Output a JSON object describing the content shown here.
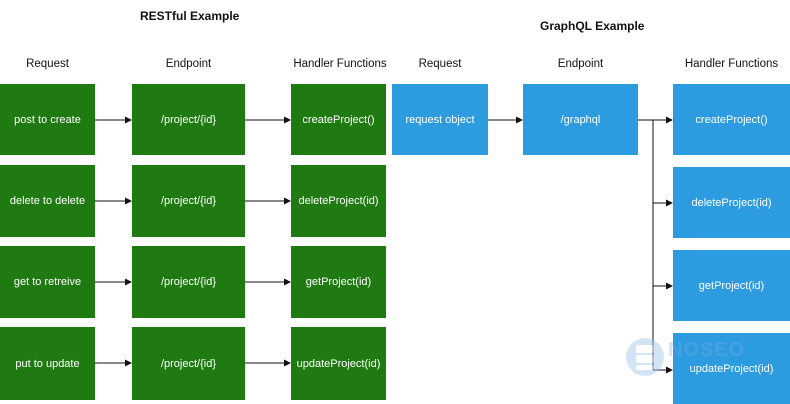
{
  "restful": {
    "title": "RESTful Example",
    "headers": {
      "request": "Request",
      "endpoint": "Endpoint",
      "handlers": "Handler Functions"
    },
    "rows": [
      {
        "request": "post to create",
        "endpoint": "/project/{id}",
        "handler": "createProject()"
      },
      {
        "request": "delete to delete",
        "endpoint": "/project/{id}",
        "handler": "deleteProject(id)"
      },
      {
        "request": "get to retreive",
        "endpoint": "/project/{id}",
        "handler": "getProject(id)"
      },
      {
        "request": "put to update",
        "endpoint": "/project/{id}",
        "handler": "updateProject(id)"
      }
    ]
  },
  "graphql": {
    "title": "GraphQL Example",
    "headers": {
      "request": "Request",
      "endpoint": "Endpoint",
      "handlers": "Handler Functions"
    },
    "request": "request object",
    "endpoint": "/graphql",
    "handlers": [
      "createProject()",
      "deleteProject(id)",
      "getProject(id)",
      "updateProject(id)"
    ]
  },
  "colors": {
    "rest_box": "#1f7a12",
    "graphql_box": "#2d9be0"
  },
  "watermark": {
    "text": "NOSEO"
  }
}
